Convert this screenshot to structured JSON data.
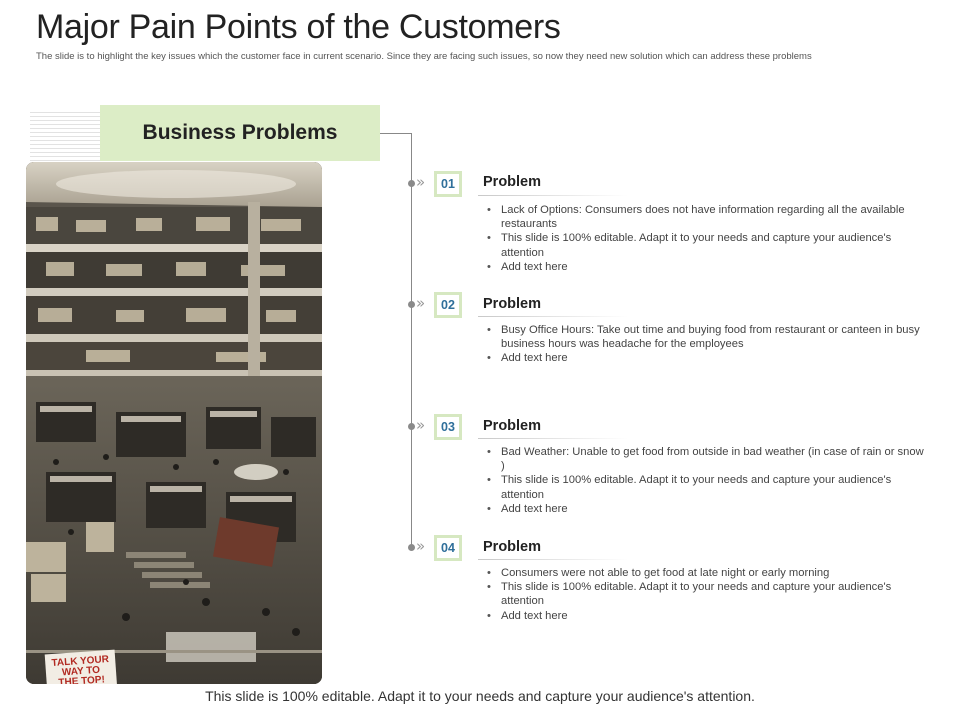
{
  "slide": {
    "title": "Major Pain Points of the Customers",
    "subtitle": "The slide is to highlight the key issues which the customer face in current scenario. Since they are facing such issues, so now they need new solution which can address these problems",
    "section_header": "Business Problems",
    "footer": "This slide is 100% editable. Adapt it to your needs and capture your audience's attention."
  },
  "photo": {
    "description_icon": "shopping-mall-photo",
    "sign_text_line1": "TALK YOUR",
    "sign_text_line2": "WAY TO",
    "sign_text_line3": "THE TOP!"
  },
  "problems": [
    {
      "number": "01",
      "title": "Problem",
      "bullets": [
        "Lack of Options: Consumers does not have information regarding all the available restaurants",
        "This slide is 100% editable. Adapt it to your needs and capture your audience's attention",
        "Add text here"
      ]
    },
    {
      "number": "02",
      "title": "Problem",
      "bullets": [
        "Busy Office Hours: Take out time and buying food from restaurant or canteen in busy business hours was headache for the employees",
        "Add text here"
      ]
    },
    {
      "number": "03",
      "title": "Problem",
      "bullets": [
        "Bad Weather: Unable to get food from outside in bad weather (in case of rain or snow )",
        "This slide is 100% editable. Adapt it to your needs and capture your audience's attention",
        "Add text here"
      ]
    },
    {
      "number": "04",
      "title": "Problem",
      "bullets": [
        "Consumers were not able to get food at late night or early morning",
        "This slide is 100% editable. Adapt it to your needs and capture your audience's attention",
        "Add text here"
      ]
    }
  ],
  "colors": {
    "accent_green": "#dcedc6",
    "number_blue": "#2f6f9a"
  }
}
